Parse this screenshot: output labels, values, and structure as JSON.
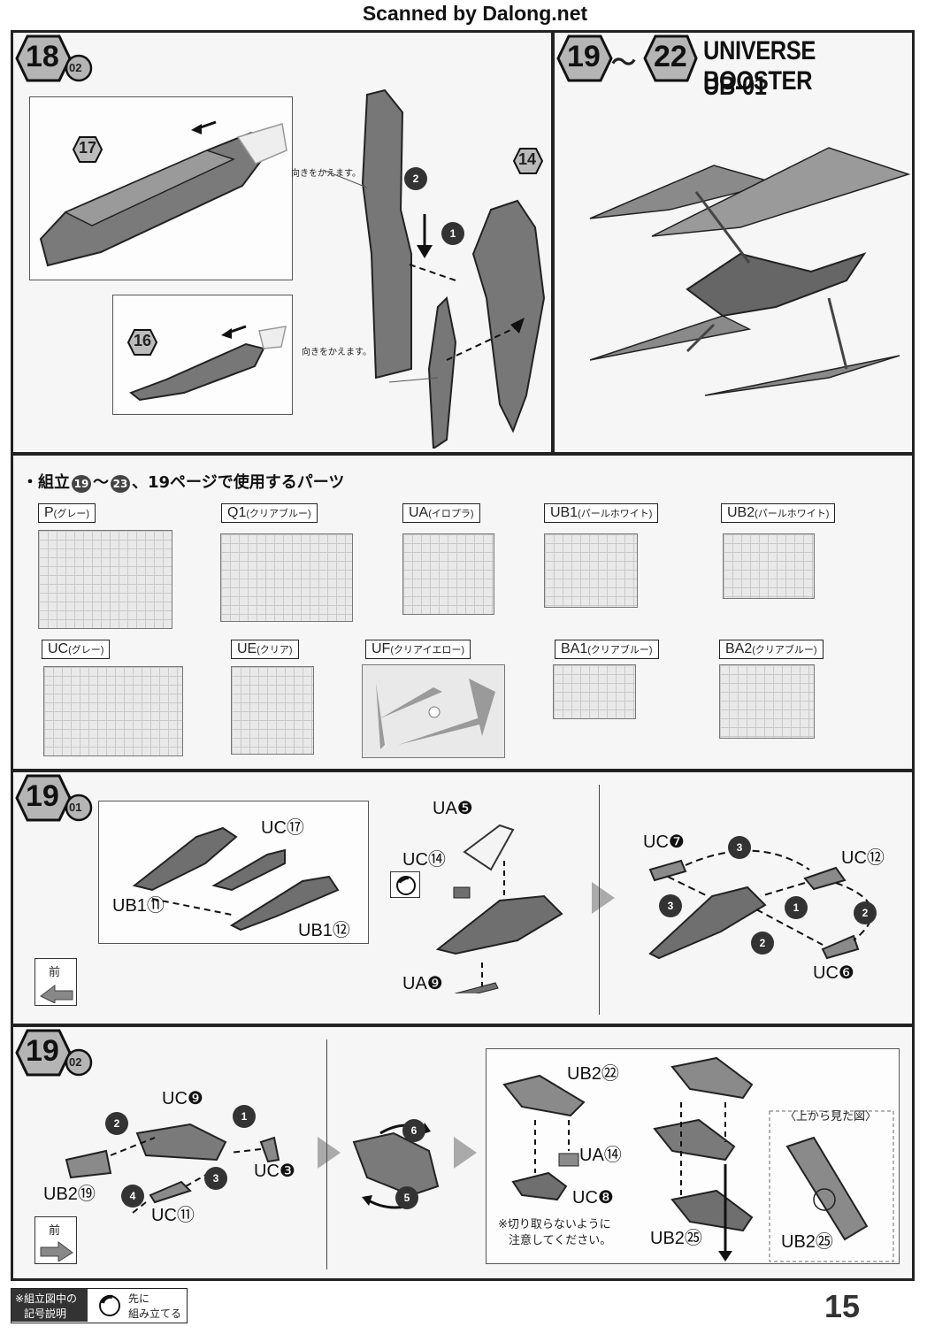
{
  "scan_credit": "Scanned by Dalong.net",
  "step18": {
    "step": "18",
    "sub": "02",
    "part_a": "17",
    "part_b": "16",
    "part_c": "14",
    "note_a": "向きをかえます。",
    "note_b": "向きをかえます。",
    "order1": "1",
    "order2": "2"
  },
  "step19_22": {
    "step_start": "19",
    "tilde": "〜",
    "step_end": "22",
    "title_line1": "UNIVERSE BOOSTER",
    "title_line2": "UB-01"
  },
  "parts_list": {
    "heading_prefix": "・組立",
    "heading_from": "19",
    "heading_tilde": "〜",
    "heading_to": "23",
    "heading_suffix": "、19ページで使用するパーツ",
    "runners": [
      {
        "code": "P",
        "color": "(グレー)"
      },
      {
        "code": "Q1",
        "color": "(クリアブルー)"
      },
      {
        "code": "UA",
        "color": "(イロプラ)"
      },
      {
        "code": "UB1",
        "color": "(パールホワイト)"
      },
      {
        "code": "UB2",
        "color": "(パールホワイト)"
      },
      {
        "code": "UC",
        "color": "(グレー)"
      },
      {
        "code": "UE",
        "color": "(クリア)"
      },
      {
        "code": "UF",
        "color": "(クリアイエロー)"
      },
      {
        "code": "BA1",
        "color": "(クリアブルー)"
      },
      {
        "code": "BA2",
        "color": "(クリアブルー)"
      }
    ]
  },
  "step19_01": {
    "step": "19",
    "sub": "01",
    "labels": {
      "uc17": "UC⑰",
      "ub1_11": "UB1⑪",
      "ub1_12": "UB1⑫",
      "ua5": "UA❺",
      "uc14": "UC⑭",
      "ua9": "UA❾",
      "uc7": "UC❼",
      "uc12": "UC⑫",
      "uc6": "UC❻"
    },
    "orders": [
      "1",
      "2",
      "3"
    ],
    "front_label": "前"
  },
  "step19_02": {
    "step": "19",
    "sub": "02",
    "labels": {
      "uc9": "UC❾",
      "uc3": "UC❸",
      "ub2_19": "UB2⑲",
      "uc11": "UC⑪",
      "ub2_22": "UB2㉒",
      "ua14": "UA⑭",
      "uc8": "UC❽",
      "ub2_25a": "UB2㉕",
      "ub2_25b": "UB2㉕"
    },
    "orders": [
      "1",
      "2",
      "3",
      "4",
      "5",
      "6"
    ],
    "note_line1": "※切り取らないように",
    "note_line2": "注意してください。",
    "top_view": "〈上から見た図〉",
    "front_label": "前"
  },
  "legend": {
    "line1": "※組立図中の",
    "line2": "記号説明",
    "mark_line1": "先に",
    "mark_line2": "組み立てる"
  },
  "page_number": "15",
  "colors": {
    "ink": "#222222",
    "part_fill": "#6f6f6f",
    "panel_bg": "#f6f6f6"
  }
}
